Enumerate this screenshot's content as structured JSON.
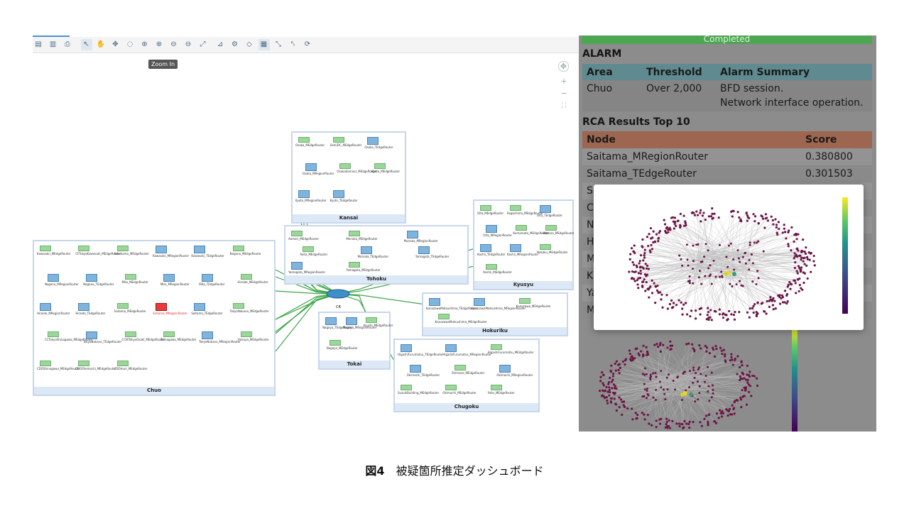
{
  "toolbar": {
    "tooltip": "Zoom In",
    "buttons": [
      "copy-icon",
      "paste-icon",
      "print-icon",
      "pointer-icon",
      "hand-icon",
      "move-icon",
      "zoom-region-icon",
      "zoom-in-icon",
      "zoom-in-2-icon",
      "zoom-out-icon",
      "zoom-out-2-icon",
      "fit-icon",
      "layout-icon",
      "gear-icon",
      "diamond-icon",
      "grid-icon",
      "expand-icon",
      "collapse-icon",
      "refresh-icon"
    ]
  },
  "map_controls": {
    "plus": "+",
    "minus": "−"
  },
  "regions": [
    {
      "name": "Kansai",
      "nodes": [
        "Osaka_MEdgeRouter",
        "SemiDC_MEdgeRouter",
        "Osaka_TEdgeRouter",
        "Osaka_MRegionRouter",
        "OsakaSemiscl_MEdgeRouter",
        "Kyoto_MEdgeRouter",
        "Kyoto_MRegionRouter",
        "Kyoto_TEdgeRouter"
      ]
    },
    {
      "name": "Tohoku",
      "nodes": [
        "Aomori_MEdgeRouter",
        "Morioka_MEdgeRouter",
        "Morioka_MRegionRouter",
        "Akita_MEdgeRouter",
        "Morioka_TEdgeRouter",
        "Yamagata_TEdgeRouter",
        "Yamagata_MRegionRouter",
        "Yamagata_MEdgeRouter"
      ]
    },
    {
      "name": "Kyusyu",
      "nodes": [
        "Oita_MEdgeRouter",
        "Kagoshima_MEdgeRouter",
        "Oita_TEdgeRouter",
        "Oita_MRegionRouter",
        "Kumamoto_MEdgeRouter",
        "Mattoro_MEdgeRouter",
        "Kashii_TEdgeRouter",
        "Kashii_MRegionRouter",
        "Nakaku_MEdgeRouter",
        "Kashii_MEdgeRouter"
      ]
    },
    {
      "name": "Hokuriku",
      "nodes": [
        "KanazawaMatsushima_TEdgeRouter",
        "KanazawaMatsushima_MRegionRouter",
        "Kanazawa_MEdgeRouter",
        "KanazawaMatsushima_MEdgeRouter"
      ]
    },
    {
      "name": "Tokai",
      "nodes": [
        "Nagoya_TEdgeRouter",
        "Nagoya_MRegionRouter",
        "Ayuchi_MEdgeRouter",
        "Nagoya_MEdgeRouter"
      ]
    },
    {
      "name": "Chugoku",
      "nodes": [
        "HigashiFurumatsu_TEdgeRouter",
        "HigashiFurumatsu_MRegionRouter",
        "HigashiFurumatsu_MEdgeRouter",
        "Okimachi_TEdgeRouter",
        "Shimane_MEdgeRouter",
        "Okimachi_MRegionRouter",
        "SuzukiBuilding_MEdgeRouter",
        "Okimachi_MEdgeRouter",
        "Yaho_MEdgeRouter"
      ]
    },
    {
      "name": "Chuo",
      "nodes": [
        "Kawasaki_MEdgeRouter",
        "CFTokyoKawasaki_MEdgeRouter",
        "Yokohama_MEdgeRouter",
        "Kawasaki_MRegionRouter",
        "Kawasaki_TEdgeRouter",
        "Nagano_MEdgeRouter",
        "Nagano_MRegionRouter",
        "Nagano_TEdgeRouter",
        "Mito_MEdgeRouter",
        "Mito_MRegionRouter",
        "Mito_TEdgeRouter",
        "Hiraide_MEdgeRouter",
        "Hiraide_MRegionRouter",
        "Hiraide_TEdgeRouter",
        "Saitama_MEdgeRouter",
        "Saitama_MRegionRouter",
        "Saitama_TEdgeRouter",
        "TokyoNakano_MEdgeRouter",
        "CCTokyoShinagawa_MEdgeRouter",
        "TokyoNakano_TEdgeRouter",
        "CCWTokyoOsaki_MEdgeRouter",
        "Shinagawa_MEdgeRouter",
        "TokyoNakano_MRegionRouter",
        "Yotsuya_MEdgeRouter",
        "CDOShinagawa_MEdgeRouter",
        "CDOOtemachi_MEdgeRouter",
        "CDOmori_MEdgeRouter"
      ]
    }
  ],
  "core_label": "CR",
  "panel": {
    "completed_label": "Completed",
    "alarm_title": "ALARM",
    "alarm_headers": [
      "Area",
      "Threshold",
      "Alarm Summary"
    ],
    "alarm_row": {
      "area": "Chuo",
      "threshold": "Over 2,000",
      "summary_1": "BFD session.",
      "summary_2": "Network interface operation."
    },
    "rca_title": "RCA Results Top 10",
    "rca_headers": [
      "Node",
      "Score"
    ],
    "rca_rows": [
      {
        "node": "Saitama_MRegionRouter",
        "score": "0.380800"
      },
      {
        "node": "Saitama_TEdgeRouter",
        "score": "0.301503"
      },
      {
        "node": "S",
        "score": ""
      },
      {
        "node": "C",
        "score": ""
      },
      {
        "node": "N",
        "score": ""
      },
      {
        "node": "H",
        "score": ""
      },
      {
        "node": "M",
        "score": ""
      },
      {
        "node": "K",
        "score": ""
      },
      {
        "node": "Ya",
        "score": ""
      },
      {
        "node": "M",
        "score": ""
      }
    ]
  },
  "colors": {
    "accent_green": "#4da651",
    "alert_red": "#e83a3a",
    "link_green": "#3fa64a"
  },
  "caption": {
    "fig": "図4",
    "text": "被疑箇所推定ダッシュボード"
  }
}
